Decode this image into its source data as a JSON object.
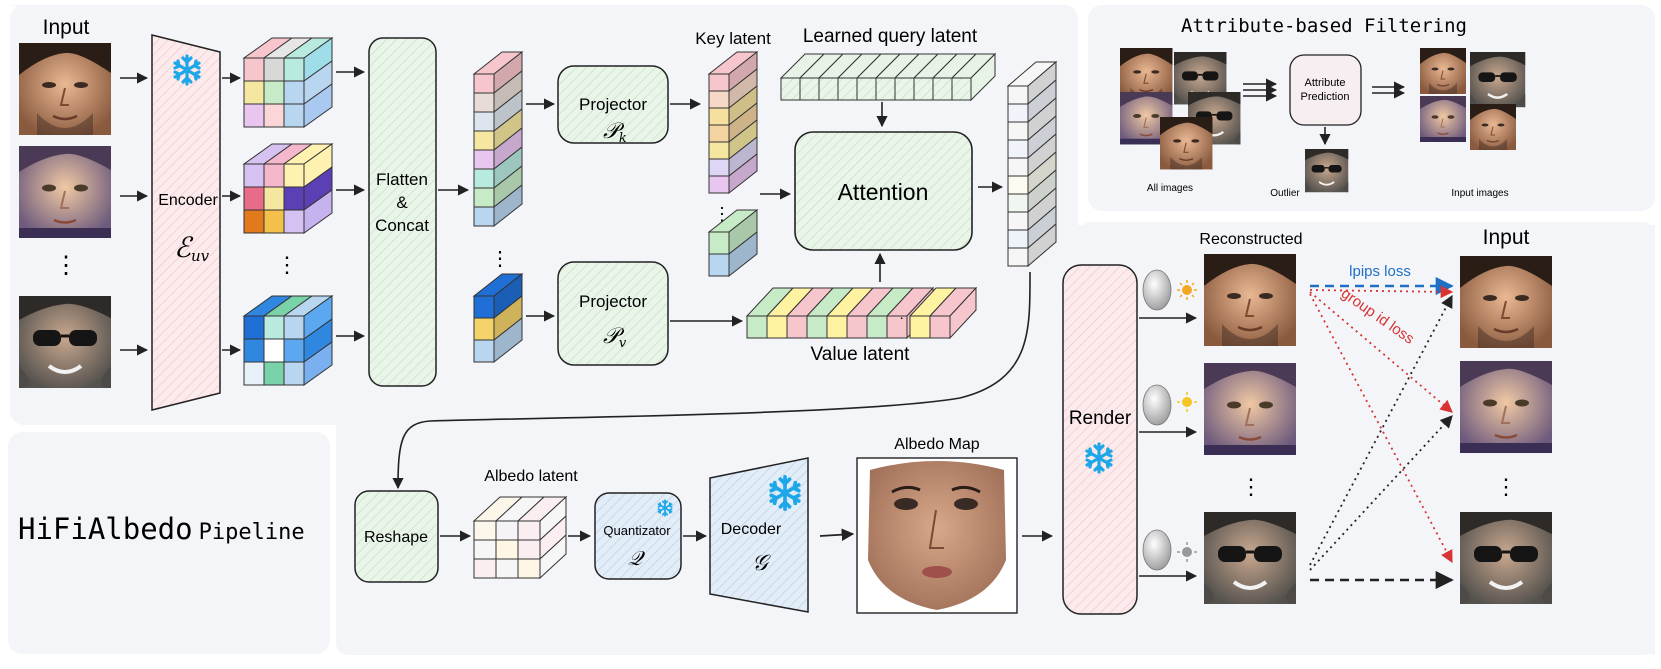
{
  "labels": {
    "input_left": "Input",
    "encoder": "Encoder",
    "encoder_symbol": "ℰ",
    "encoder_sub": "uv",
    "flatten": [
      "Flatten",
      "&",
      "Concat"
    ],
    "projector_k": "Projector",
    "projector_k_symbol": "𝒫",
    "projector_k_sub": "k",
    "projector_v": "Projector",
    "projector_v_symbol": "𝒫",
    "projector_v_sub": "v",
    "key_latent": "Key latent",
    "learned_query_latent": "Learned query latent",
    "attention": "Attention",
    "value_latent": "Value latent",
    "reshape": "Reshape",
    "albedo_latent": "Albedo latent",
    "quantizator": "Quantizator",
    "quantizator_symbol": "𝒬",
    "decoder": "Decoder",
    "decoder_symbol": "𝒢",
    "albedo_map": "Albedo Map",
    "render": "Render",
    "reconstructed": "Reconstructed",
    "input_right": "Input",
    "lpips_loss": "lpips loss",
    "group_id_loss": "group id loss",
    "pipeline_title_main": "HiFiAlbedo",
    "pipeline_title_sub": "Pipeline",
    "filter_title": "Attribute-based Filtering",
    "attribute_prediction": [
      "Attribute",
      "Prediction"
    ],
    "all_images": "All images",
    "outlier": "Outlier",
    "input_images": "Input images",
    "ellipsis": "⋮",
    "hellipsis": "·  ·"
  },
  "colors": {
    "green_fill": "#e6f3e6",
    "green_stroke": "#6aa86a",
    "pink_fill": "#fbe4e6",
    "blue_fill": "#dbe8f5",
    "snowflake": "#1ea7e8",
    "lpips": "#1f6fc5",
    "group_id": "#d83434",
    "panel_bg": "#f4f5f8"
  },
  "icons": [
    "snowflake-icon",
    "face-mesh-icon",
    "sun-icon"
  ]
}
